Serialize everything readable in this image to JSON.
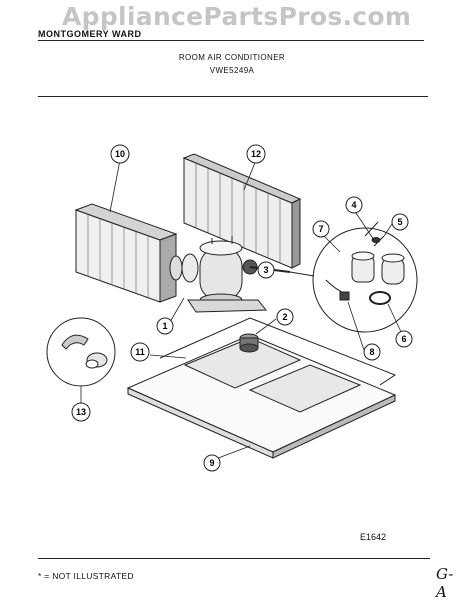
{
  "watermark": "AppliancePartsPros.com",
  "brand": "MONTGOMERY WARD",
  "title": "ROOM AIR CONDITIONER",
  "model": "VWE5249A",
  "diagram_code": "E1642",
  "footer_note": "* = NOT ILLUSTRATED",
  "signature": "G-A",
  "callouts": {
    "c1": "1",
    "c2": "2",
    "c3": "3",
    "c4": "4",
    "c5": "5",
    "c6": "6",
    "c7": "7",
    "c8": "8",
    "c9": "9",
    "c10": "10",
    "c11": "11",
    "c12": "12",
    "c13": "13"
  }
}
